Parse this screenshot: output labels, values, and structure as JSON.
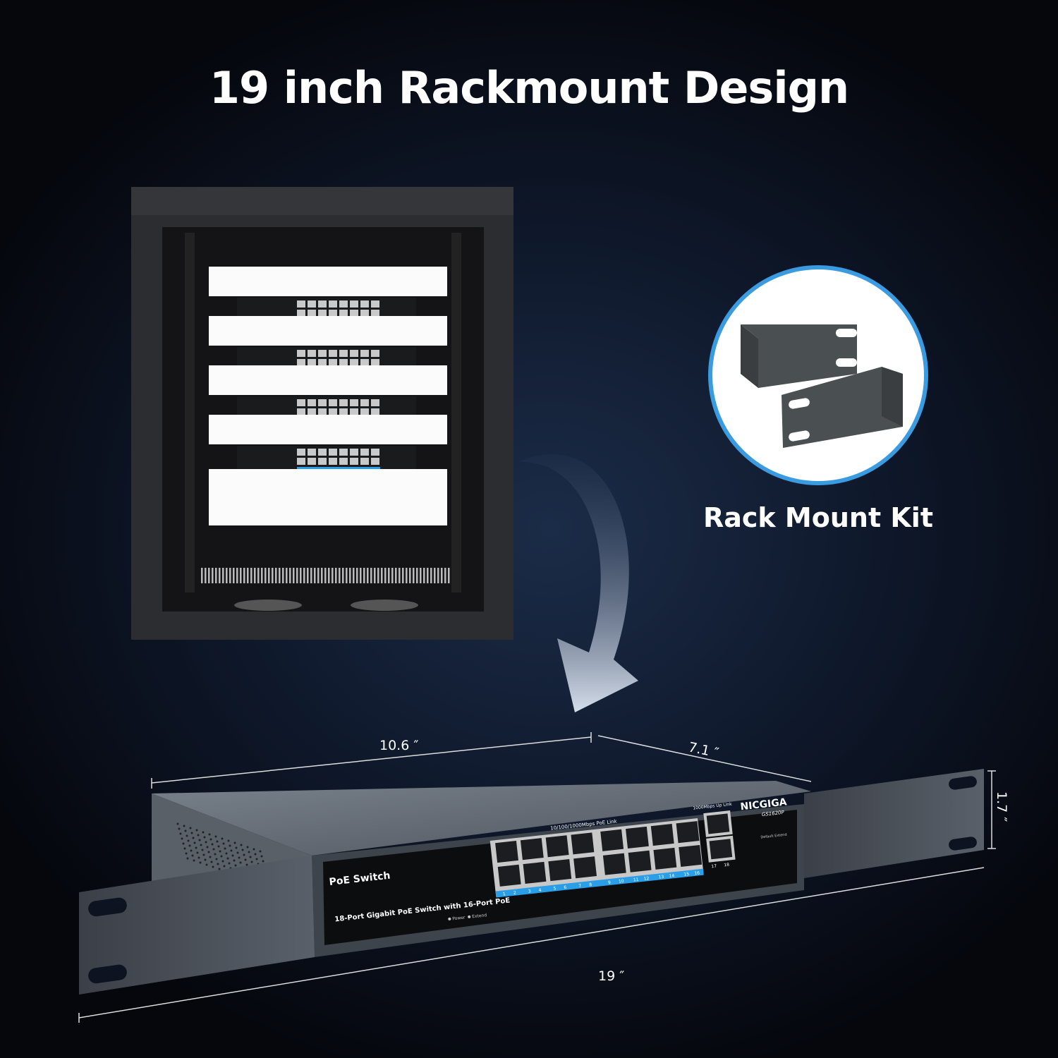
{
  "title": "19 inch Rackmount Design",
  "kit": {
    "label": "Rack Mount Kit"
  },
  "dimensions": {
    "length": "10.6 ″",
    "depth": "7.1 ″",
    "height": "1.7 ″",
    "width": "19 ″"
  },
  "switch": {
    "name": "PoE Switch",
    "description": "18-Port Gigabit PoE Switch with 16-Port PoE",
    "brand": "NICGIGA",
    "model": "GS1620P",
    "poe_label": "10/100/1000Mbps  PoE Link",
    "uplink_label": "1000Mbps Up Link",
    "power_label": "Power",
    "extend_label": "Extend",
    "default_extend_label": "Default Extend",
    "poe_ports": [
      "1",
      "2",
      "3",
      "4",
      "5",
      "6",
      "7",
      "8",
      "9",
      "10",
      "11",
      "12",
      "13",
      "14",
      "15",
      "16"
    ],
    "uplink_ports": [
      "17",
      "18"
    ]
  },
  "colors": {
    "accent": "#3a9be0",
    "led_strip": "#2a9fe8"
  }
}
